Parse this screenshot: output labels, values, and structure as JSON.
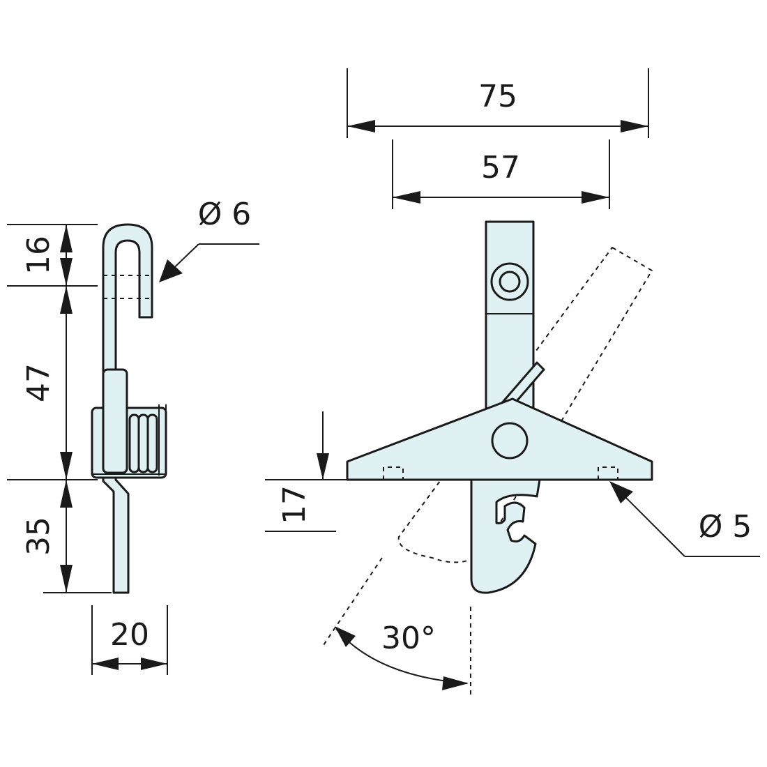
{
  "diagram": {
    "colors": {
      "part_fill": "#dff1f3",
      "line": "#1a1a1a",
      "background": "#ffffff"
    },
    "side_view": {
      "dim_16": "16",
      "dim_47": "47",
      "dim_35": "35",
      "dim_20": "20",
      "dim_dia_6": "Ø 6"
    },
    "front_view": {
      "dim_75": "75",
      "dim_57": "57",
      "dim_17": "17",
      "dim_dia_5": "Ø 5",
      "angle": "30°"
    }
  }
}
